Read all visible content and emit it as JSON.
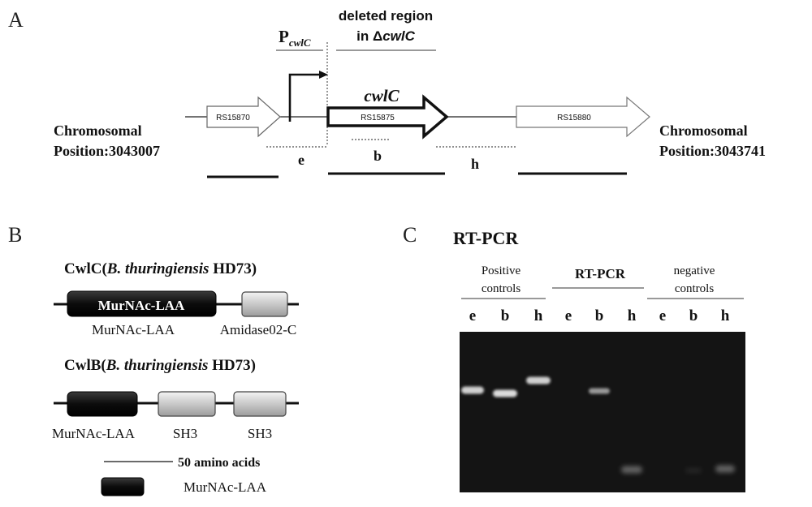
{
  "panel_a": {
    "letter": "A",
    "promoter": {
      "label_main": "P",
      "label_sub": "cwlC"
    },
    "deleted_region": {
      "line1": "deleted region",
      "line2_prefix": "in Δ",
      "line2_italic": "cwlC"
    },
    "gene_name": "cwlC",
    "genes": [
      "RS15870",
      "RS15875",
      "RS15880"
    ],
    "left_position": {
      "line1": "Chromosomal",
      "line2": "Position:3043007"
    },
    "right_position": {
      "line1": "Chromosomal",
      "line2": "Position:3043741"
    },
    "amplicons": [
      "e",
      "b",
      "h"
    ]
  },
  "panel_b": {
    "letter": "B",
    "cwlc": {
      "title_prefix": "CwlC(",
      "title_italic": "B. thuringiensis",
      "title_suffix": " HD73)",
      "domain1_label": "MurNAc-LAA",
      "label1": "MurNAc-LAA",
      "label2": "Amidase02-C"
    },
    "cwlb": {
      "title_prefix": "CwlB(",
      "title_italic": "B. thuringiensis",
      "title_suffix": " HD73)",
      "label1": "MurNAc-LAA",
      "label2": "SH3",
      "label3": "SH3"
    },
    "legend": {
      "scale_label": "50 amino acids",
      "box_label": "MurNAc-LAA"
    }
  },
  "panel_c": {
    "letter": "C",
    "title": "RT-PCR",
    "groups": [
      {
        "line1": "Positive",
        "line2": "controls"
      },
      {
        "line1": "RT-PCR",
        "line2": ""
      },
      {
        "line1": "negative",
        "line2": "controls"
      }
    ],
    "lanes": [
      "e",
      "b",
      "h",
      "e",
      "b",
      "h",
      "e",
      "b",
      "h"
    ],
    "band_strength": [
      0.85,
      0.9,
      0.85,
      0,
      0.6,
      0.35,
      0,
      0.08,
      0.35
    ]
  },
  "colors": {
    "gel_background": "#141414",
    "band": "#f2f2f2",
    "domain_dark": "#111111",
    "domain_light": "#cfcfcf"
  }
}
